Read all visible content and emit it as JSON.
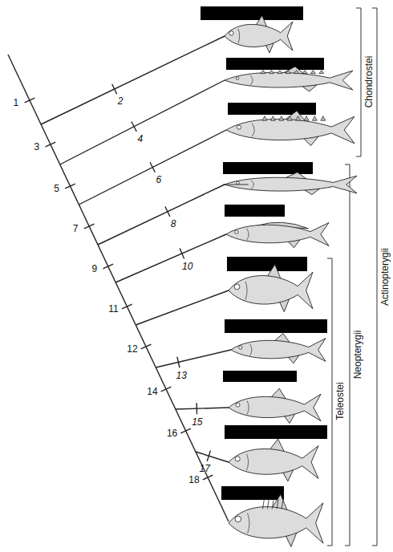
{
  "diagram": {
    "labels": [
      "1",
      "2",
      "3",
      "4",
      "5",
      "6",
      "7",
      "8",
      "9",
      "10",
      "11",
      "12",
      "13",
      "14",
      "15",
      "16",
      "17",
      "18",
      "Chondrostei",
      "Actinopterygii",
      "Neopterygii",
      "Teleostei"
    ]
  }
}
